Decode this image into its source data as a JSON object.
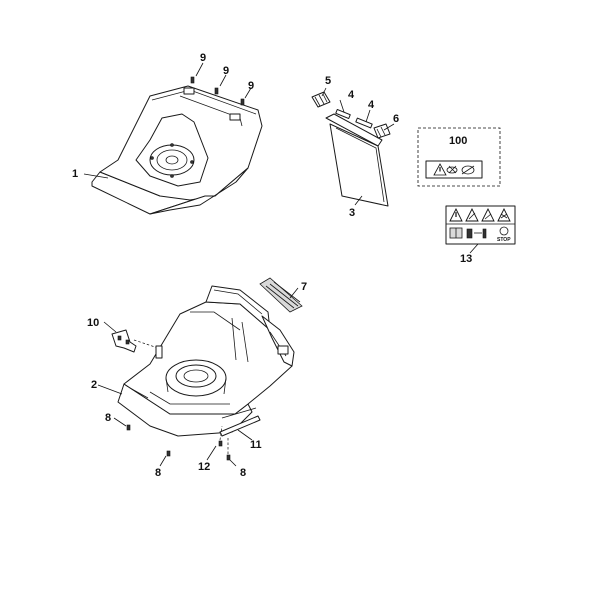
{
  "diagram": {
    "callouts": {
      "c1": "1",
      "c2": "2",
      "c3": "3",
      "c4a": "4",
      "c4b": "4",
      "c5": "5",
      "c6": "6",
      "c7": "7",
      "c8a": "8",
      "c8b": "8",
      "c8c": "8",
      "c9a": "9",
      "c9b": "9",
      "c9c": "9",
      "c10": "10",
      "c11": "11",
      "c12": "12",
      "c13": "13",
      "c100": "100"
    },
    "decal_text": "STOP",
    "icons": [
      "warning-triangle-icon",
      "hand-hazard-icon",
      "foot-hazard-icon",
      "manual-book-icon",
      "ear-protection-icon",
      "stop-sign-icon"
    ],
    "colors": {
      "line": "#1a1a1a",
      "fill": "#ffffff",
      "shade": "#d9d9d9"
    }
  }
}
